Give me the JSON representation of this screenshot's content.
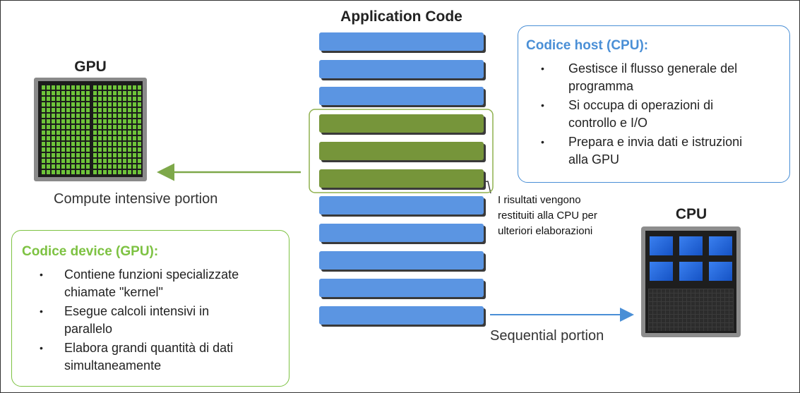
{
  "header": {
    "app_code": "Application Code"
  },
  "gpu": {
    "label": "GPU",
    "caption": "Compute intensive portion"
  },
  "cpu": {
    "label": "CPU",
    "caption": "Sequential portion"
  },
  "note": {
    "line1": "I risultati vengono",
    "line2": "restituiti alla CPU per",
    "line3": "ulteriori elaborazioni"
  },
  "host_box": {
    "title": "Codice host (CPU):",
    "items": [
      {
        "line1": "Gestisce il flusso generale del",
        "line2": "programma"
      },
      {
        "line1": "Si occupa di operazioni di",
        "line2": "controllo e I/O"
      },
      {
        "line1": "Prepara e invia dati e istruzioni",
        "line2": "alla GPU"
      }
    ]
  },
  "device_box": {
    "title": "Codice device (GPU):",
    "items": [
      {
        "line1": "Contiene funzioni specializzate",
        "line2": "chiamate \"kernel\""
      },
      {
        "line1": "Esegue calcoli intensivi in",
        "line2": "parallelo"
      },
      {
        "line1": "Elabora grandi quantità di dati",
        "line2": "simultaneamente"
      }
    ]
  },
  "bullet": "•",
  "colors": {
    "host_accent": "#4a8fd6",
    "device_accent": "#7dc242",
    "block_blue": "#5b95e2",
    "block_green": "#76953a",
    "arrow_green": "#7ea84a",
    "arrow_blue": "#4a8fd6"
  }
}
